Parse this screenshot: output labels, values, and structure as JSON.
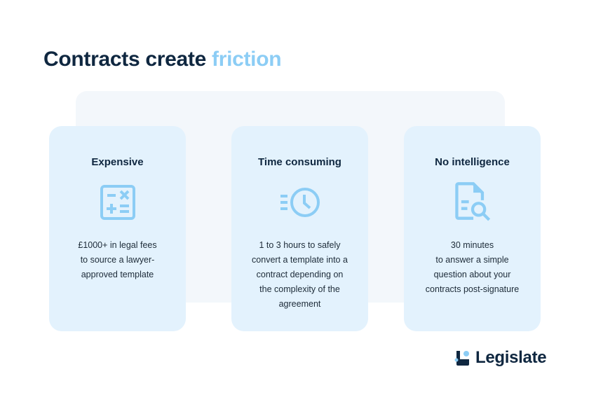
{
  "title": {
    "main": "Contracts create ",
    "accent": "friction"
  },
  "cards": [
    {
      "title": "Expensive",
      "icon": "calculator-icon",
      "lines": [
        "£1000+ in legal fees",
        "to source a lawyer-",
        "approved template"
      ]
    },
    {
      "title": "Time consuming",
      "icon": "fast-clock-icon",
      "lines": [
        "1 to 3 hours to safely",
        "convert a template into a",
        "contract depending on",
        "the complexity of the",
        "agreement"
      ]
    },
    {
      "title": "No intelligence",
      "icon": "document-search-icon",
      "lines": [
        "30 minutes",
        "to answer a simple",
        "question about your",
        "contracts post-signature"
      ]
    }
  ],
  "brand": {
    "name": "Legislate"
  },
  "colors": {
    "accent": "#8ccdf5",
    "dark": "#0f2740",
    "card": "#e3f2fd"
  }
}
